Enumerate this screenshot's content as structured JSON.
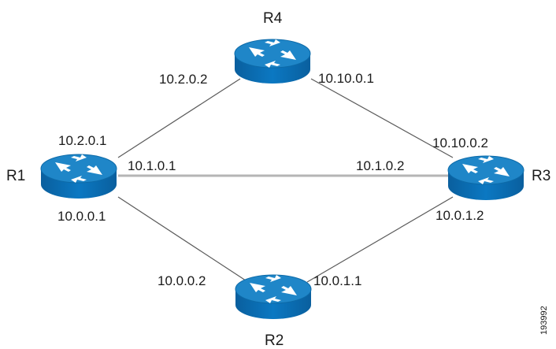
{
  "routers": {
    "r1": {
      "name": "R1",
      "ips": [
        "10.2.0.1",
        "10.1.0.1",
        "10.0.0.1"
      ]
    },
    "r2": {
      "name": "R2",
      "ips": [
        "10.0.0.2",
        "10.0.1.1"
      ]
    },
    "r3": {
      "name": "R3",
      "ips": [
        "10.10.0.2",
        "10.1.0.2",
        "10.0.1.2"
      ]
    },
    "r4": {
      "name": "R4",
      "ips": [
        "10.2.0.2",
        "10.10.0.1"
      ]
    }
  },
  "links": [
    {
      "from": "R1",
      "to": "R4"
    },
    {
      "from": "R4",
      "to": "R3"
    },
    {
      "from": "R1",
      "to": "R3"
    },
    {
      "from": "R1",
      "to": "R2"
    },
    {
      "from": "R2",
      "to": "R3"
    }
  ],
  "figure_id": "193992",
  "colors": {
    "router_blue": "#0a6fb4",
    "router_top": "#1f86c8",
    "link_gray": "#b5b5b5",
    "link_dark": "#5a5a5a",
    "arrow_white": "#ffffff"
  }
}
